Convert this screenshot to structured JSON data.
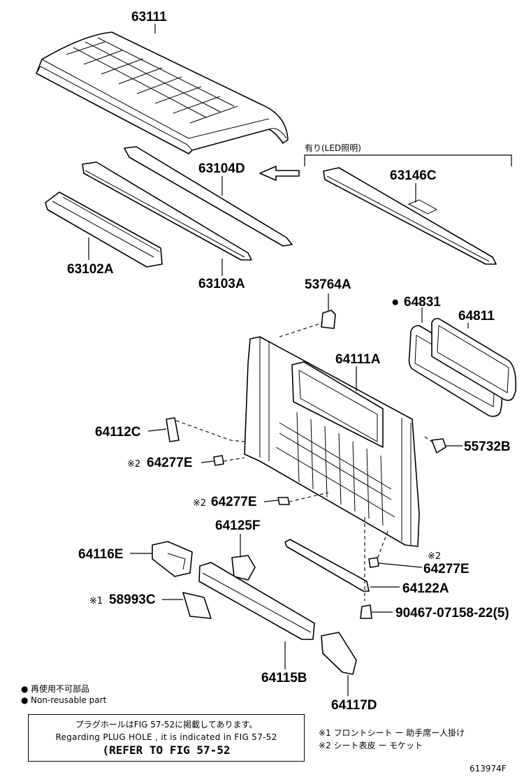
{
  "parts": {
    "p63111": "63111",
    "p63104D": "63104D",
    "p63146C": "63146C",
    "p63102A": "63102A",
    "p63103A": "63103A",
    "p53764A": "53764A",
    "p64831": "64831",
    "p64811": "64811",
    "p64111A": "64111A",
    "p64112C": "64112C",
    "p55732B": "55732B",
    "p64277E_a": "64277E",
    "p64277E_b": "64277E",
    "p64277E_c": "64277E",
    "p64125F": "64125F",
    "p64116E": "64116E",
    "p58993C": "58993C",
    "p64122A": "64122A",
    "p90467": "90467-07158-22(5)",
    "p64115B": "64115B",
    "p64117D": "64117D"
  },
  "marks": {
    "m1": "※1",
    "m2a": "※2",
    "m2b": "※2",
    "m2c": "※2",
    "bullet": "●"
  },
  "led_label": "有り(LED照明)",
  "legend": {
    "jp": "再使用不可部品",
    "en": "Non-reusable part"
  },
  "ref_box": {
    "line1": "プラグホールはFIG 57-52に掲載してあります。",
    "line2": "Regarding PLUG HOLE , it is indicated in FIG 57-52",
    "line3": "(REFER TO FIG 57-52"
  },
  "footnotes": {
    "n1": "※1 フロントシート ー 助手席ー人掛け",
    "n2": "※2 シート表皮 ー モケット"
  },
  "figure_id": "613974F"
}
